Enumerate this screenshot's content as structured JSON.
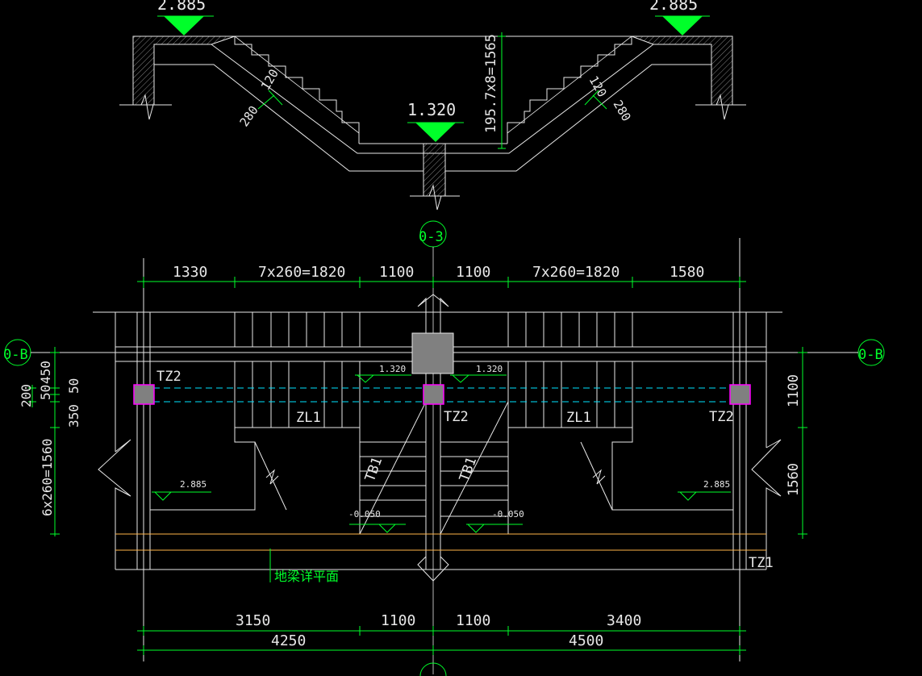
{
  "elevations": {
    "top_left": "2.885",
    "top_right": "2.885",
    "landing": "1.320",
    "plan_mid_left": "1.320",
    "plan_mid_right": "1.320",
    "plan_left": "2.885",
    "plan_right": "2.885",
    "plan_bottom_left": "-0.050",
    "plan_bottom_right": "-0.050"
  },
  "section": {
    "riser_formula": "195.7x8=1565",
    "thickness_left": "120",
    "thickness_right": "120",
    "width_left": "280",
    "width_right": "280"
  },
  "axes": {
    "column_axis": "0-3",
    "row_axis_left": "0-B",
    "row_axis_right": "0-B"
  },
  "top_dims": [
    "1330",
    "7x260=1820",
    "1100",
    "1100",
    "7x260=1820",
    "1580"
  ],
  "bottom_dims_row1": [
    "3150",
    "1100",
    "1100",
    "3400"
  ],
  "bottom_dims_row2": [
    "4250",
    "4500"
  ],
  "left_dims": {
    "d450": "450",
    "d50a": "50",
    "d50b": "50",
    "d350": "350",
    "d200": "200",
    "d_stairs": "6x260=1560"
  },
  "right_dims": [
    "1100",
    "1560"
  ],
  "labels": {
    "tz2_left": "TZ2",
    "tz2_mid": "TZ2",
    "tz2_right": "TZ2",
    "zl1_left": "ZL1",
    "zl1_right": "ZL1",
    "tb1_left": "TB1",
    "tb1_right": "TB1",
    "tz1": "TZ1",
    "beam_note": "地梁详平面"
  },
  "colors": {
    "background": "#000000",
    "line": "#e8e8e8",
    "dimension": "#00ff2a",
    "marker": "#00ff2a",
    "column_fill": "#808080",
    "column_edge": "#ff00ff",
    "beam_dash": "#00e5ff",
    "ground_line": "#ffb347"
  }
}
